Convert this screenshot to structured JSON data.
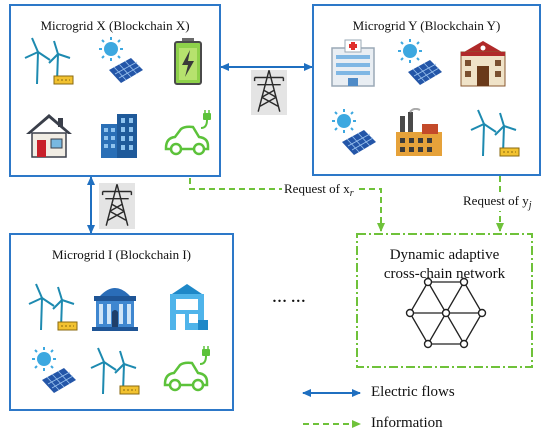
{
  "microgrids": {
    "x": {
      "title": "Microgrid X (Blockchain X)"
    },
    "y": {
      "title": "Microgrid Y (Blockchain Y)"
    },
    "i": {
      "title": "Microgrid I (Blockchain I)"
    }
  },
  "requests": {
    "x": "Request of x",
    "x_sub": "r",
    "y": "Request of y",
    "y_sub": "j"
  },
  "network": {
    "title_line1": "Dynamic adaptive",
    "title_line2": "cross-chain network"
  },
  "ellipsis": "… …",
  "legend": {
    "electric": "Electric flows",
    "information": "Information"
  },
  "colors": {
    "box_border": "#2d78c8",
    "electric_arrow": "#1f6fc0",
    "information_arrow": "#6fc23a",
    "network_border": "#6fc23a"
  },
  "icons": {
    "x": [
      "wind-turbine-icon",
      "solar-panel-icon",
      "battery-icon",
      "house-icon",
      "building-icon",
      "electric-car-icon"
    ],
    "y": [
      "hospital-icon",
      "solar-panel-icon",
      "school-icon",
      "solar-panel-icon",
      "factory-icon",
      "wind-turbine-icon"
    ],
    "i": [
      "wind-turbine-icon",
      "government-building-icon",
      "residential-building-icon",
      "solar-panel-icon",
      "wind-turbine-icon",
      "electric-car-icon"
    ]
  }
}
